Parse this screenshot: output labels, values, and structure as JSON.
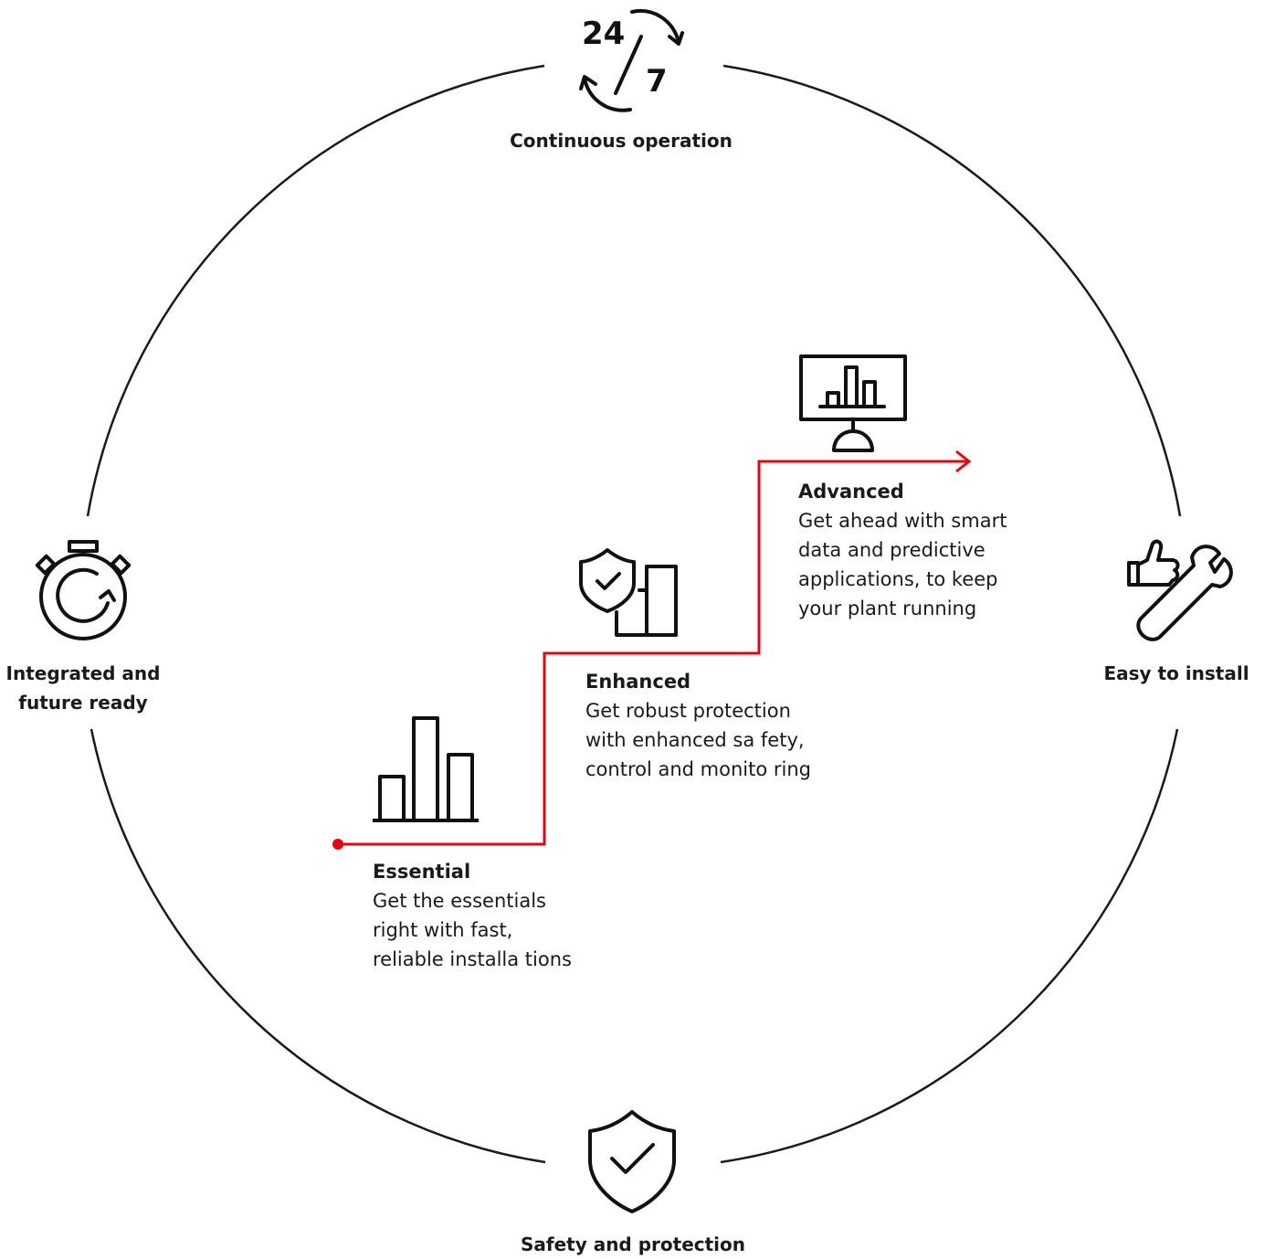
{
  "outer_ring": {
    "top": {
      "label": "Continuous operation",
      "icon": "clock-24-7-icon",
      "icon_text_a": "24",
      "icon_text_b": "7"
    },
    "right": {
      "label": "Easy to install",
      "icon": "thumbs-up-wrench-icon"
    },
    "bottom": {
      "label": "Safety and protection",
      "icon": "shield-check-icon"
    },
    "left": {
      "label_line1": "Integrated and",
      "label_line2": "future ready",
      "icon": "stopwatch-refresh-icon"
    }
  },
  "tiers": [
    {
      "title": "Essential",
      "lines": [
        "Get the essentials",
        "right with fast,",
        "reliable installa tions"
      ],
      "icon": "bar-chart-icon"
    },
    {
      "title": "Enhanced",
      "lines": [
        "Get robust protection",
        "with enhanced sa fety,",
        "control and monito ring"
      ],
      "icon": "shield-bar-chart-icon"
    },
    {
      "title": "Advanced",
      "lines": [
        "Get ahead with smart",
        "data and predictive",
        "applications, to keep",
        "your plant running"
      ],
      "icon": "monitor-chart-icon"
    }
  ],
  "colors": {
    "accent": "#e30613",
    "ink": "#1a1a1a"
  }
}
